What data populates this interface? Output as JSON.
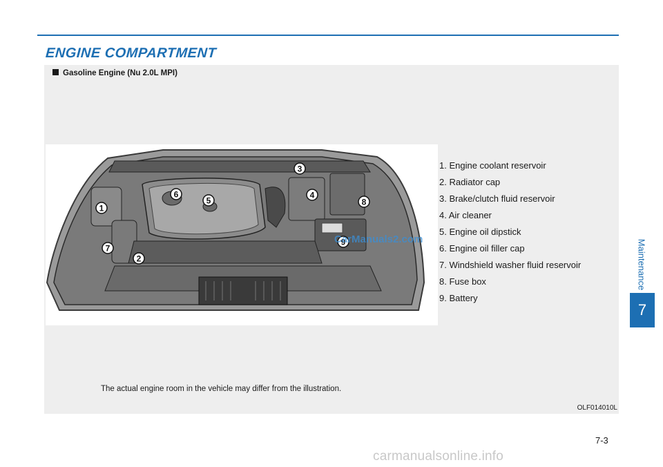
{
  "header": {
    "title": "ENGINE COMPARTMENT"
  },
  "figure": {
    "caption": "Gasoline Engine (Nu 2.0L MPI)",
    "callouts": [
      "1",
      "2",
      "3",
      "4",
      "5",
      "6",
      "7",
      "8",
      "9"
    ],
    "legend": [
      "1. Engine coolant reservoir",
      "2. Radiator cap",
      "3. Brake/clutch fluid reservoir",
      "4. Air cleaner",
      "5. Engine oil dipstick",
      "6. Engine oil filler cap",
      "7. Windshield washer fluid reservoir",
      "8. Fuse box",
      "9. Battery"
    ],
    "note": "The actual engine room in the vehicle may differ from the illustration.",
    "code": "OLF014010L",
    "watermark": "CarManuals2.com"
  },
  "sidebar": {
    "section": "Maintenance",
    "chapter": "7"
  },
  "footer": {
    "page": "7-3",
    "watermark": "carmanualsonline.info"
  },
  "colors": {
    "accent": "#1d6fb3",
    "panel": "#eeeeee"
  }
}
